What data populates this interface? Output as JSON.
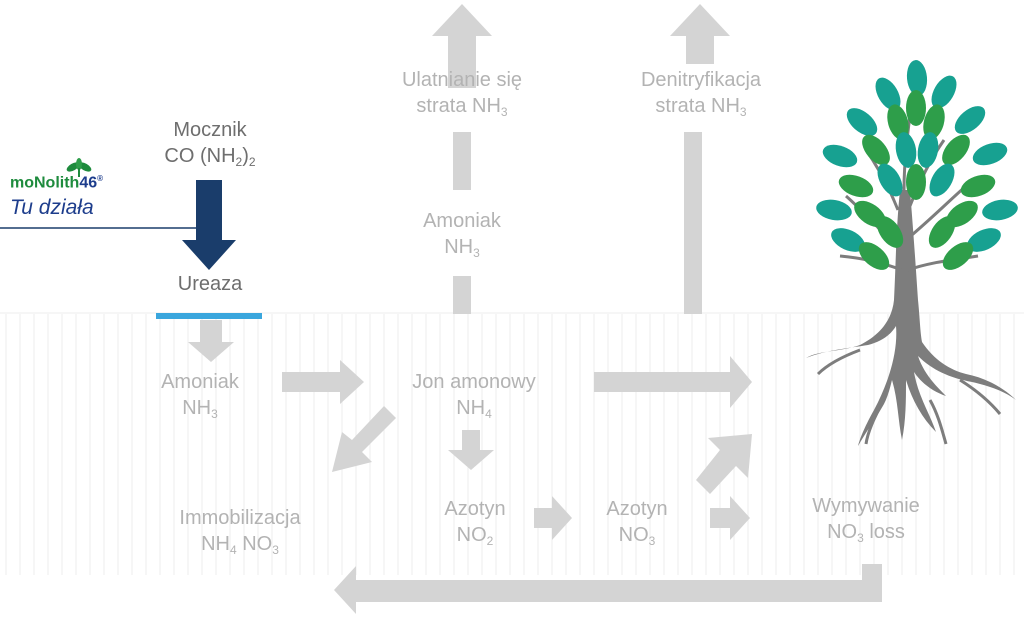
{
  "brand": {
    "name_left": "moNolith",
    "name_number": "46",
    "registered": "®",
    "tagline": "Tu działa"
  },
  "labels": {
    "mocznik_line1": "Mocznik",
    "mocznik_line2a": "CO (NH",
    "mocznik_sub1": "2",
    "mocznik_line2b": ")",
    "mocznik_sub2": "2",
    "ureaza": "Ureaza",
    "ulatnianie_line1": "Ulatnianie się",
    "ulatnianie_line2": "strata NH",
    "ulatnianie_sub": "3",
    "denitryfikacja_line1": "Denitryfikacja",
    "denitryfikacja_line2": "strata NH",
    "denitryfikacja_sub": "3",
    "amoniak_air_line1": "Amoniak",
    "amoniak_air_line2": "NH",
    "amoniak_air_sub": "3",
    "amoniak_soil_line1": "Amoniak",
    "amoniak_soil_line2": "NH",
    "amoniak_soil_sub": "3",
    "jon_line1": "Jon amonowy",
    "jon_line2": "NH",
    "jon_sub": "4",
    "immob_line1": "Immobilizacja",
    "immob_line2a": "NH",
    "immob_sub1": "4",
    "immob_line2b": " NO",
    "immob_sub2": "3",
    "azotyn1_line1": "Azotyn",
    "azotyn1_line2": "NO",
    "azotyn1_sub": "2",
    "azotyn2_line1": "Azotyn",
    "azotyn2_line2": "NO",
    "azotyn2_sub": "3",
    "wymywanie_line1": "Wymywanie",
    "wymywanie_line2a": "NO",
    "wymywanie_sub": "3",
    "wymywanie_line2b": " loss"
  },
  "colors": {
    "arrow_gray": "#d4d4d4",
    "soil_line": "#e8e8e8",
    "brand_blue": "#1d3d8c",
    "brand_green": "#1e8b3d",
    "ureaza_bar": "#3aa6dd",
    "dark_arrow": "#1a3d6b",
    "tree_trunk": "#7d7d7d",
    "leaf_teal": "#17a191",
    "leaf_green": "#2e9e4a"
  }
}
